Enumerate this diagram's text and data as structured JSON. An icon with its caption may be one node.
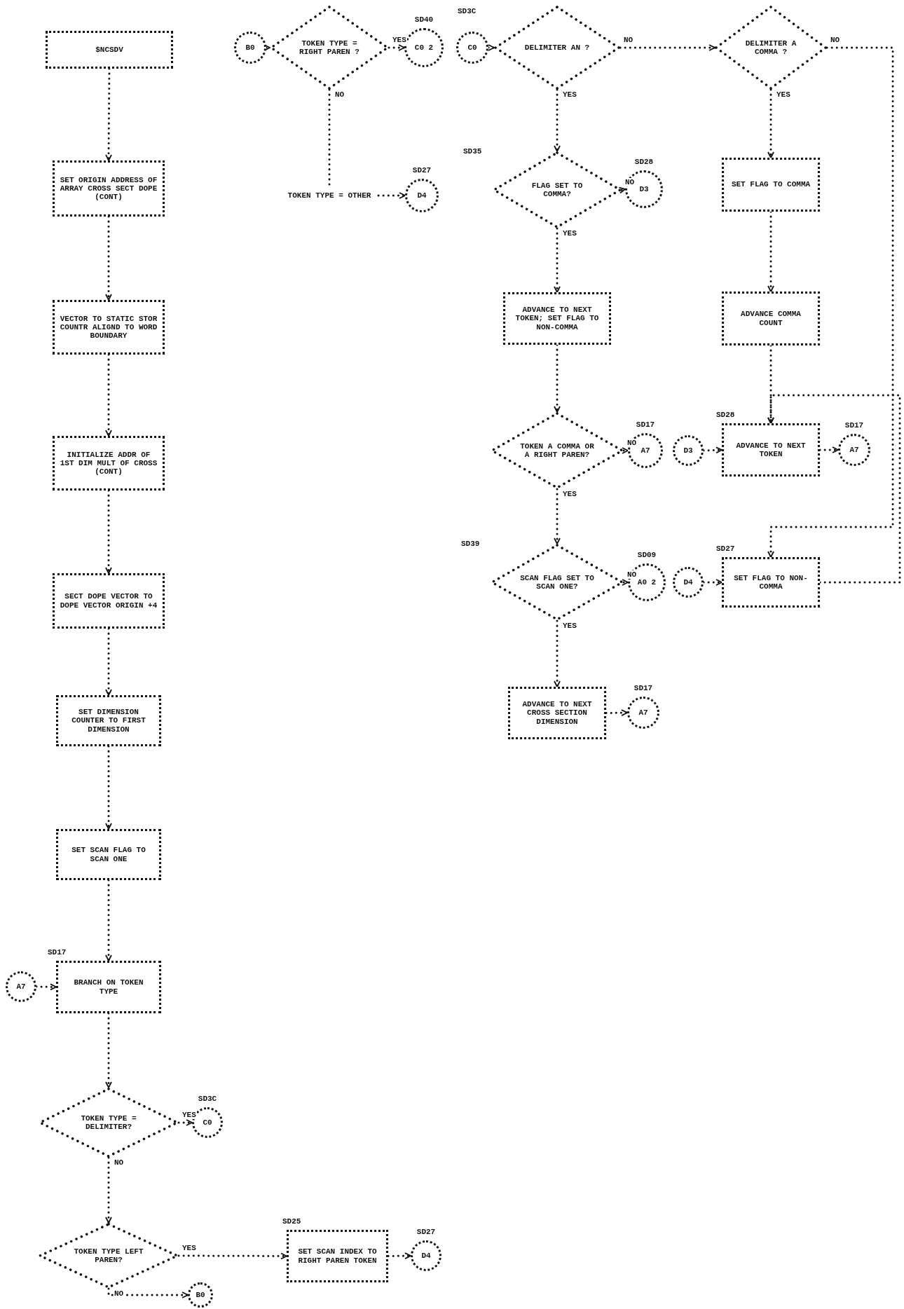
{
  "diagram": {
    "nodes": [
      {
        "text": [
          "$NCSDV"
        ]
      },
      {
        "text": [
          "SET ORIGIN ADDRESS OF ARRAY CROSS SECT DOPE (CONT)"
        ]
      },
      {
        "text": [
          "VECTOR TO STATIC STOR COUNTR ALIGND TO WORD BOUNDARY"
        ]
      },
      {
        "text": [
          "INITIALIZE ADDR OF 1ST DIM MULT OF CROSS (CONT)"
        ]
      },
      {
        "text": [
          "SECT DOPE VECTOR TO DOPE VECTOR ORIGIN +4"
        ]
      },
      {
        "text": [
          "SET DIMENSION COUNTER TO FIRST DIMENSION"
        ]
      },
      {
        "text": [
          "SET SCAN FLAG TO SCAN ONE"
        ]
      },
      {
        "text": [
          "A7"
        ]
      },
      {
        "text": [
          "BRANCH ON TOKEN TYPE"
        ],
        "beside": [
          "SD17"
        ]
      },
      {
        "text": [
          "TOKEN TYPE = DELIMITER?"
        ]
      },
      {
        "text": [
          "C0"
        ],
        "beside": [
          "SD3C"
        ]
      },
      {
        "text": [
          "TOKEN TYPE LEFT PAREN?"
        ]
      },
      {
        "text": [
          "SET SCAN INDEX TO RIGHT PAREN TOKEN"
        ],
        "beside": [
          "SD25"
        ]
      },
      {
        "text": [
          "D4"
        ],
        "beside": [
          "SD27"
        ]
      },
      {
        "text": [
          "B0"
        ]
      },
      {
        "text": [
          "B0"
        ]
      },
      {
        "text": [
          "TOKEN TYPE = RIGHT PAREN ?"
        ]
      },
      {
        "text": [
          "C0 2"
        ],
        "beside": [
          "SD40"
        ]
      },
      {
        "text": [
          "TOKEN TYPE = OTHER"
        ]
      },
      {
        "text": [
          "D4"
        ],
        "beside": [
          "SD27"
        ]
      },
      {
        "text": [
          "C0"
        ]
      },
      {
        "text": [
          "DELIMITER AN ?"
        ],
        "beside": [
          "SD3C"
        ]
      },
      {
        "text": [
          "DELIMITER A COMMA ?"
        ]
      },
      {
        "text": [
          "FLAG SET TO COMMA?"
        ],
        "beside": [
          "SD35"
        ]
      },
      {
        "text": [
          "D3"
        ],
        "beside": [
          "SD28"
        ]
      },
      {
        "text": [
          "SET FLAG TO COMMA"
        ]
      },
      {
        "text": [
          "ADVANCE TO NEXT TOKEN; SET FLAG TO NON-COMMA"
        ]
      },
      {
        "text": [
          "ADVANCE COMMA COUNT"
        ]
      },
      {
        "text": [
          "TOKEN A COMMA OR A RIGHT PAREN?"
        ]
      },
      {
        "text": [
          "A7"
        ],
        "beside": [
          "SD17"
        ]
      },
      {
        "text": [
          "D3"
        ]
      },
      {
        "text": [
          "ADVANCE TO NEXT TOKEN"
        ],
        "beside": [
          "SD28"
        ]
      },
      {
        "text": [
          "A7"
        ],
        "beside": [
          "SD17"
        ]
      },
      {
        "text": [
          "SCAN FLAG SET TO SCAN ONE?"
        ],
        "beside": [
          "SD39"
        ]
      },
      {
        "text": [
          "A0 2"
        ],
        "beside": [
          "SD09"
        ]
      },
      {
        "text": [
          "D4"
        ]
      },
      {
        "text": [
          "SET FLAG TO NON-COMMA"
        ],
        "beside": [
          "SD27"
        ]
      },
      {
        "text": [
          "ADVANCE TO NEXT CROSS SECTION DIMENSION"
        ]
      },
      {
        "text": [
          "A7"
        ],
        "beside": [
          "SD17"
        ]
      }
    ],
    "edges": [
      {
        "from": 0,
        "to": 1,
        "arrow": "to"
      },
      {
        "from": 1,
        "to": 2,
        "arrow": "to"
      },
      {
        "from": 2,
        "to": 3,
        "arrow": "to"
      },
      {
        "from": 3,
        "to": 4,
        "arrow": "to"
      },
      {
        "from": 4,
        "to": 5,
        "arrow": "to"
      },
      {
        "from": 5,
        "to": 6,
        "arrow": "to"
      },
      {
        "from": 6,
        "to": 8,
        "arrow": "to"
      },
      {
        "from": 7,
        "to": 8,
        "arrow": "to"
      },
      {
        "from": 8,
        "to": 9,
        "arrow": "to"
      },
      {
        "from": 9,
        "to": 10,
        "arrow": "to",
        "label": "YES"
      },
      {
        "from": 9,
        "to": 11,
        "arrow": "to",
        "label": "NO"
      },
      {
        "from": 11,
        "to": 12,
        "arrow": "to",
        "label": "YES"
      },
      {
        "from": 12,
        "to": 13,
        "arrow": "to"
      },
      {
        "from": 11,
        "to": 14,
        "arrow": "to",
        "label": "NO"
      },
      {
        "from": 15,
        "to": 16,
        "arrow": "to"
      },
      {
        "from": 16,
        "to": 17,
        "arrow": "to",
        "label": "YES"
      },
      {
        "from": 16,
        "to": 18,
        "arrow": "none",
        "label": "NO"
      },
      {
        "from": 18,
        "to": 19,
        "arrow": "to"
      },
      {
        "from": 20,
        "to": 21,
        "arrow": "to"
      },
      {
        "from": 21,
        "to": 22,
        "arrow": "to",
        "label": "NO"
      },
      {
        "from": 21,
        "to": 23,
        "arrow": "to",
        "label": "YES"
      },
      {
        "from": 23,
        "to": 24,
        "arrow": "to",
        "label": "NO"
      },
      {
        "from": 23,
        "to": 26,
        "arrow": "to",
        "label": "YES"
      },
      {
        "from": 22,
        "to": 25,
        "arrow": "to",
        "label": "YES"
      },
      {
        "from": 25,
        "to": 27,
        "arrow": "to"
      },
      {
        "from": 27,
        "to": 31,
        "arrow": "to"
      },
      {
        "from": 22,
        "to": 36,
        "arrow": "to",
        "label": "NO"
      },
      {
        "from": 36,
        "to": 31,
        "arrow": "to"
      },
      {
        "from": 26,
        "to": 28,
        "arrow": "to"
      },
      {
        "from": 28,
        "to": 29,
        "arrow": "to",
        "label": "NO"
      },
      {
        "from": 28,
        "to": 33,
        "arrow": "to",
        "label": "YES"
      },
      {
        "from": 33,
        "to": 34,
        "arrow": "to",
        "label": "NO"
      },
      {
        "from": 33,
        "to": 37,
        "arrow": "to",
        "label": "YES"
      },
      {
        "from": 37,
        "to": 38,
        "arrow": "to"
      },
      {
        "from": 30,
        "to": 31,
        "arrow": "to"
      },
      {
        "from": 31,
        "to": 32,
        "arrow": "to"
      },
      {
        "from": 35,
        "to": 36,
        "arrow": "to"
      }
    ]
  }
}
